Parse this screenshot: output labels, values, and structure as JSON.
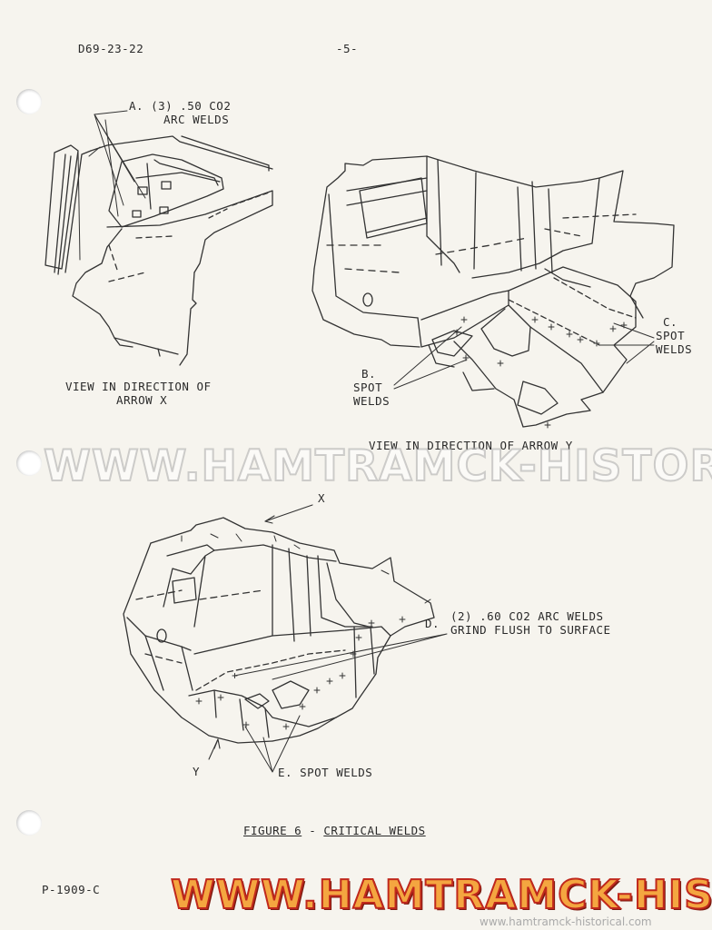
{
  "header": {
    "doc_number": "D69-23-22",
    "page": "-5-"
  },
  "labels": {
    "a_line1": "A. (3) .50 CO2",
    "a_line2": "ARC WELDS",
    "b_line1": "B.",
    "b_line2": "SPOT",
    "b_line3": "WELDS",
    "c_line1": "C.",
    "c_line2": "SPOT",
    "c_line3": "WELDS",
    "d_line1": "(2) .60 CO2 ARC WELDS",
    "d_prefix": "D.",
    "d_line2": "GRIND FLUSH TO SURFACE",
    "e_label": "E. SPOT WELDS",
    "x_label": "X",
    "y_label": "Y"
  },
  "captions": {
    "view_x_line1": "VIEW IN DIRECTION OF",
    "view_x_line2": "ARROW X",
    "view_y": "VIEW IN DIRECTION OF ARROW Y",
    "figure_num": "FIGURE 6",
    "figure_sep": "-",
    "figure_title": "CRITICAL WELDS"
  },
  "footer": {
    "form_number": "P-1909-C"
  },
  "watermarks": {
    "mid": "WWW.HAMTRAMCK-HISTORICAL.COM",
    "bottom": "WWW.HAMTRAMCK-HISTORICAL.COM",
    "small": "www.hamtramck-historical.com"
  }
}
